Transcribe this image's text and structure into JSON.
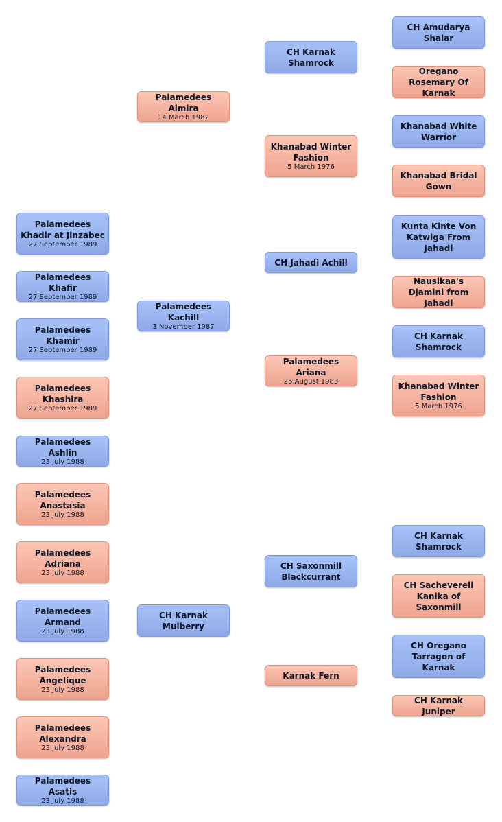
{
  "colors": {
    "male": "#9bb6f0",
    "female": "#f6b4a2"
  },
  "litters": {
    "khadir": {
      "name": "Palamedees Khadir at Jinzabec",
      "date": "27 September 1989"
    },
    "khafir": {
      "name": "Palamedees Khafir",
      "date": "27 September 1989"
    },
    "khamir": {
      "name": "Palamedees Khamir",
      "date": "27 September 1989"
    },
    "khashira": {
      "name": "Palamedees Khashira",
      "date": "27 September 1989"
    },
    "ashlin": {
      "name": "Palamedees Ashlin",
      "date": "23 July 1988"
    },
    "anastasia": {
      "name": "Palamedees Anastasia",
      "date": "23 July 1988"
    },
    "adriana": {
      "name": "Palamedees Adriana",
      "date": "23 July 1988"
    },
    "armand": {
      "name": "Palamedees Armand",
      "date": "23 July 1988"
    },
    "angelique": {
      "name": "Palamedees Angelique",
      "date": "23 July 1988"
    },
    "alexandra": {
      "name": "Palamedees Alexandra",
      "date": "23 July 1988"
    },
    "asatis": {
      "name": "Palamedees Asatis",
      "date": "23 July 1988"
    }
  },
  "parents": {
    "almira": {
      "name": "Palamedees Almira",
      "date": "14 March 1982"
    },
    "kachill": {
      "name": "Palamedees Kachill",
      "date": "3 November 1987"
    },
    "mulberry": {
      "name": "CH Karnak Mulberry"
    }
  },
  "grandparents": {
    "shamrock": {
      "name": "CH Karnak Shamrock"
    },
    "winter": {
      "name": "Khanabad Winter Fashion",
      "date": "5 March 1976"
    },
    "achill": {
      "name": "CH Jahadi Achill"
    },
    "ariana": {
      "name": "Palamedees Ariana",
      "date": "25 August 1983"
    },
    "blackcurrant": {
      "name": "CH Saxonmill Blackcurrant"
    },
    "fern": {
      "name": "Karnak Fern"
    }
  },
  "great_grandparents": {
    "amudarya": {
      "name": "CH Amudarya Shalar"
    },
    "oregano": {
      "name": "Oregano Rosemary Of Karnak"
    },
    "warrior": {
      "name": "Khanabad White Warrior"
    },
    "bridal": {
      "name": "Khanabad Bridal Gown"
    },
    "kunta": {
      "name": "Kunta Kinte Von Katwiga From Jahadi"
    },
    "nausikaa": {
      "name": "Nausikaa's Djamini from Jahadi"
    },
    "shamrock2": {
      "name": "CH Karnak Shamrock"
    },
    "winter2": {
      "name": "Khanabad Winter Fashion",
      "date": "5 March 1976"
    },
    "shamrock3": {
      "name": "CH Karnak Shamrock"
    },
    "kanika": {
      "name": "CH Sacheverell Kanika of Saxonmill"
    },
    "tarragon": {
      "name": "CH Oregano Tarragon of Karnak"
    },
    "juniper": {
      "name": "CH Karnak Juniper"
    }
  }
}
